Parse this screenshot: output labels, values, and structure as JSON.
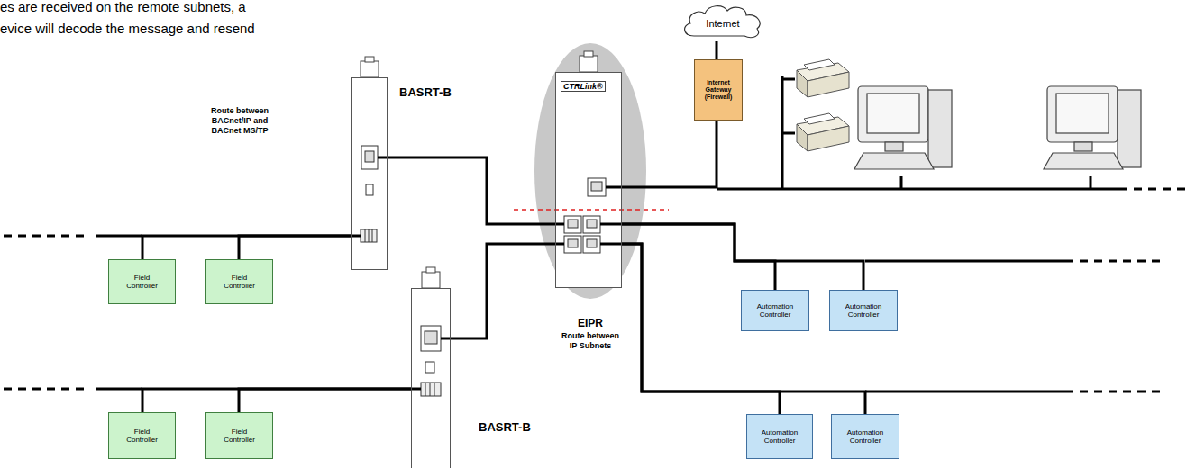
{
  "diagram": {
    "nodes": [
      {
        "text": [
          "BASRT-B"
        ]
      },
      {
        "text": [
          "Field Controller"
        ]
      },
      {
        "text": [
          "Field Controller"
        ]
      },
      {
        "text": [
          "BASRT-B"
        ]
      },
      {
        "text": [
          "Field Controller"
        ]
      },
      {
        "text": [
          "Field Controller"
        ]
      },
      {
        "text": [
          "CTRLink®"
        ]
      },
      {
        "text": [
          "Internet"
        ]
      },
      {
        "text": [
          "Internet Gateway (Firewall)"
        ]
      },
      {
        "text": [
          "Automation Controller"
        ]
      },
      {
        "text": [
          "Automation Controller"
        ]
      },
      {
        "text": [
          "Automation Controller"
        ]
      },
      {
        "text": [
          "Automation Controller"
        ]
      }
    ],
    "edges": [
      {
        "from": 0,
        "to": 6,
        "arrow": "none"
      },
      {
        "from": 0,
        "to": 1,
        "arrow": "none"
      },
      {
        "from": 0,
        "to": 2,
        "arrow": "none"
      },
      {
        "from": 3,
        "to": 6,
        "arrow": "none"
      },
      {
        "from": 3,
        "to": 4,
        "arrow": "none"
      },
      {
        "from": 3,
        "to": 5,
        "arrow": "none"
      },
      {
        "from": 6,
        "to": 8,
        "arrow": "none"
      },
      {
        "from": 7,
        "to": 8,
        "arrow": "none"
      },
      {
        "from": 6,
        "to": 9,
        "arrow": "none"
      },
      {
        "from": 6,
        "to": 10,
        "arrow": "none"
      },
      {
        "from": 6,
        "to": 11,
        "arrow": "none"
      },
      {
        "from": 6,
        "to": 12,
        "arrow": "none"
      }
    ],
    "labels": [
      "es are received on the remote subnets, a evice will decode the message and resend",
      "Route between BACnet/IP and BACnet MS/TP",
      "EIPR",
      "Route between IP Subnets"
    ]
  }
}
